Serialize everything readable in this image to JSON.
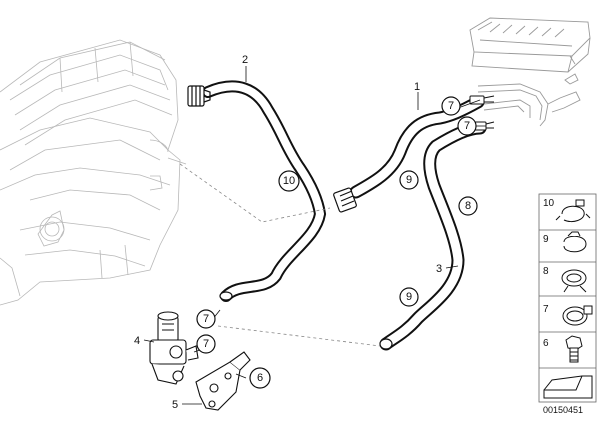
{
  "diagram": {
    "part_labels": [
      "1",
      "2",
      "3",
      "4",
      "5"
    ],
    "callouts": [
      "10",
      "9",
      "8",
      "9",
      "7",
      "7",
      "7",
      "7",
      "6"
    ],
    "legend": [
      {
        "number": "10",
        "icon": "clamp-icon"
      },
      {
        "number": "9",
        "icon": "hose-clip-icon"
      },
      {
        "number": "8",
        "icon": "spring-clamp-icon"
      },
      {
        "number": "7",
        "icon": "worm-clamp-icon"
      },
      {
        "number": "6",
        "icon": "bolt-icon"
      },
      {
        "number": "",
        "icon": "gasket-icon"
      }
    ],
    "reference": "00150451"
  }
}
